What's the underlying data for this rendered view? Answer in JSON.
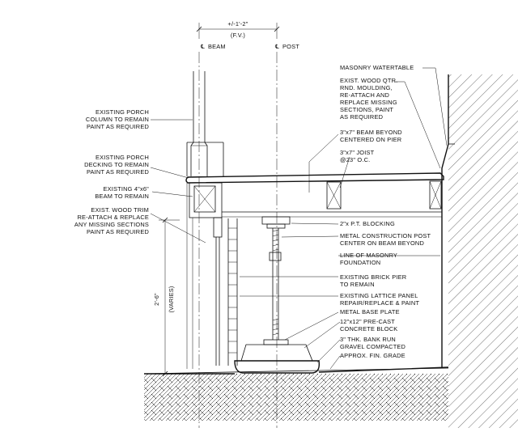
{
  "dimensions": {
    "top_width": "+/-1'-2\"",
    "top_note": "(F.V.)",
    "height": "2'-6\"",
    "height_note": "(VARIES)"
  },
  "centerlines": {
    "beam": "BEAM",
    "post": "POST"
  },
  "left_labels": [
    [
      "EXISTING PORCH",
      "COLUMN TO REMAIN",
      "PAINT AS REQUIRED"
    ],
    [
      "EXISTING PORCH",
      "DECKING TO REMAIN",
      "PAINT AS REQUIRED"
    ],
    [
      "EXISTING 4\"x6\"",
      "BEAM TO REMAIN"
    ],
    [
      "EXIST. WOOD TRIM",
      "RE-ATTACH & REPLACE",
      "ANY MISSING SECTIONS",
      "PAINT AS REQUIRED"
    ]
  ],
  "right_labels": [
    [
      "MASONRY WATERTABLE"
    ],
    [
      "EXIST. WOOD QTR.",
      "RND. MOULDING,",
      "RE-ATTACH AND",
      "REPLACE MISSING",
      "SECTIONS, PAINT",
      "AS REQUIRED"
    ],
    [
      "3\"x7\" BEAM BEYOND",
      "CENTERED ON PIER"
    ],
    [
      "3\"x7\" JOIST",
      "@23\" O.C."
    ],
    [
      "2\"x P.T. BLOCKING"
    ],
    [
      "METAL CONSTRUCTION POST",
      "CENTER ON BEAM BEYOND"
    ],
    [
      "LINE OF MASONRY",
      "FOUNDATION"
    ],
    [
      "EXISTING BRICK PIER",
      "TO REMAIN"
    ],
    [
      "EXISTING LATTICE PANEL",
      "REPAIR/REPLACE & PAINT"
    ],
    [
      "METAL BASE PLATE"
    ],
    [
      "12\"x12\" PRE-CAST",
      "CONCRETE BLOCK"
    ],
    [
      "3\" THK. BANK RUN",
      "GRAVEL COMPACTED"
    ],
    [
      "APPROX. FIN. GRADE"
    ]
  ]
}
